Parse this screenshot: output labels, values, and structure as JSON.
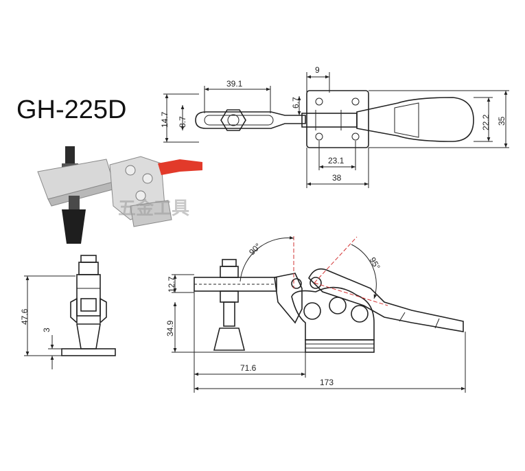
{
  "title": "GH-225D",
  "watermark": "五金工具",
  "top_view": {
    "dims": {
      "d39_1": "39.1",
      "d9": "9",
      "d6_7": "6.7",
      "d14_7": "14.7",
      "d8_7": "8.7",
      "d22_2": "22.2",
      "d35": "35",
      "d23_1": "23.1",
      "d38": "38"
    }
  },
  "front_view": {
    "dims": {
      "d47_6": "47.6",
      "d3": "3"
    }
  },
  "side_view": {
    "dims": {
      "a90": "90°",
      "a95": "95°",
      "d12_7": "12.7",
      "d34_9": "34.9",
      "d71_6": "71.6",
      "d173": "173"
    }
  },
  "colors": {
    "handle_red": "#e23a2a",
    "body_gray": "#d9d9d9",
    "bolt_dark": "#2b2b2b",
    "centerline_red": "#d23030"
  }
}
